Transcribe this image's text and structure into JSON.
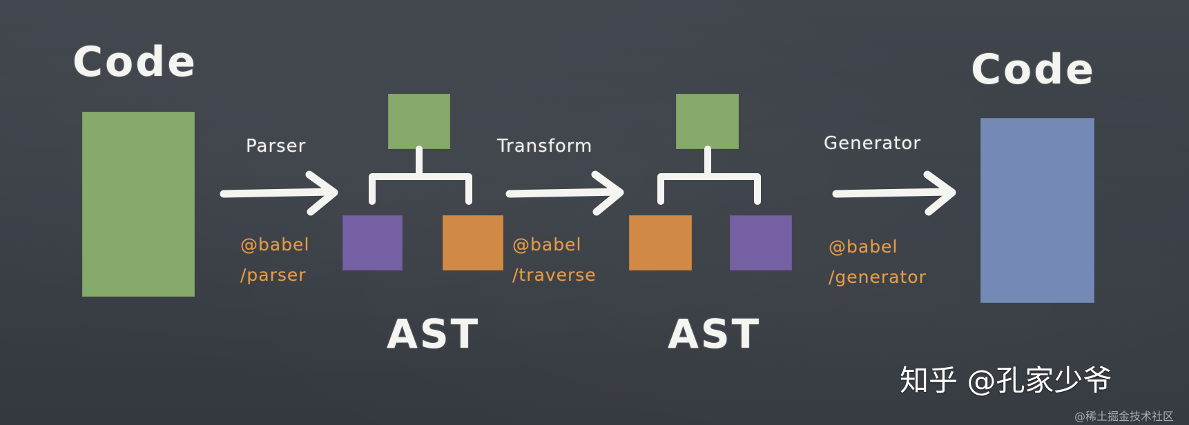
{
  "title_left": "Code",
  "title_right": "Code",
  "stages": [
    {
      "label": "Parser",
      "package_line1": "@babel",
      "package_line2": "/parser"
    },
    {
      "label": "Transform",
      "package_line1": "@babel",
      "package_line2": "/traverse"
    },
    {
      "label": "Generator",
      "package_line1": "@babel",
      "package_line2": "/generator"
    }
  ],
  "ast_labels": [
    "AST",
    "AST"
  ],
  "colors": {
    "chalk_white": "#f4f4f0",
    "package_orange": "#e59a45",
    "green": "#86aa6b",
    "purple": "#7560a3",
    "orange": "#d18a45",
    "blue": "#7489b5",
    "board": "#3a3f46"
  },
  "watermark": "知乎 @孔家少爷",
  "source_mark": "@稀土掘金技术社区"
}
